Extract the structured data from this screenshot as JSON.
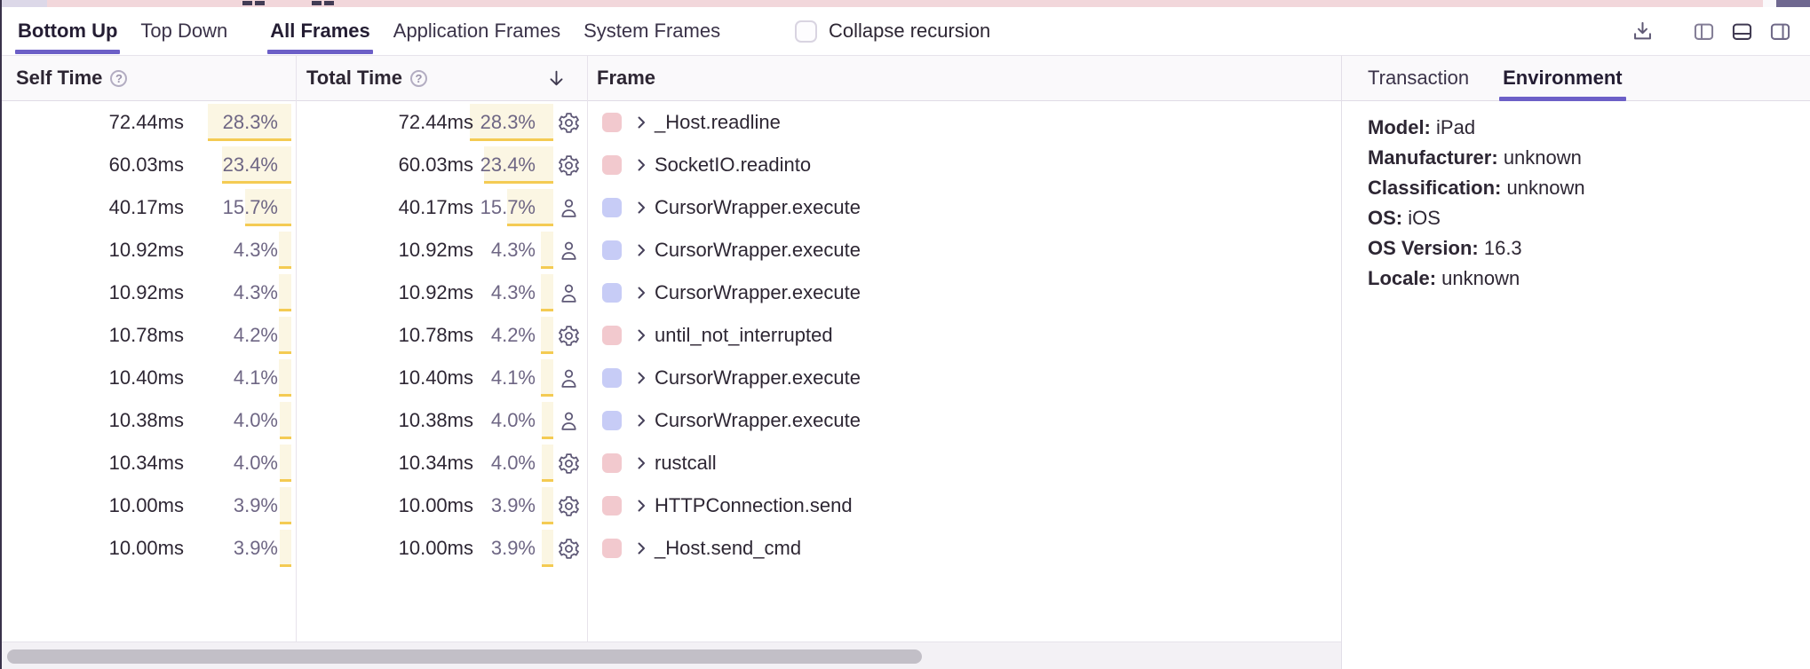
{
  "colors": {
    "accent": "#6c5fc7",
    "cream": "#fbf6e3",
    "yellow": "#f4cb53",
    "system-chip": "#f2c9ce",
    "application-chip": "#c7ccf6",
    "text": "#2d2633",
    "muted": "#6e6684"
  },
  "tabs": [
    {
      "label": "Bottom Up",
      "active": true
    },
    {
      "label": "Top Down",
      "active": false
    },
    {
      "label": "All Frames",
      "active": true
    },
    {
      "label": "Application Frames",
      "active": false
    },
    {
      "label": "System Frames",
      "active": false
    }
  ],
  "collapse_recursion": {
    "label": "Collapse recursion",
    "checked": false
  },
  "toolbar": {
    "icons": [
      "download-icon",
      "layout-left-panel-icon",
      "layout-bottom-panel-icon",
      "layout-right-panel-icon"
    ]
  },
  "table": {
    "self_time_header": "Self Time",
    "total_time_header": "Total Time",
    "frame_header": "Frame",
    "sort": {
      "column": "Total Time",
      "direction": "descending"
    },
    "rows": [
      {
        "self_time": "72.44ms",
        "self_pct": "28.3%",
        "total_time": "72.44ms",
        "total_pct": "28.3%",
        "pct": 28.3,
        "type": "system",
        "frame": "_Host.readline"
      },
      {
        "self_time": "60.03ms",
        "self_pct": "23.4%",
        "total_time": "60.03ms",
        "total_pct": "23.4%",
        "pct": 23.4,
        "type": "system",
        "frame": "SocketIO.readinto"
      },
      {
        "self_time": "40.17ms",
        "self_pct": "15.7%",
        "total_time": "40.17ms",
        "total_pct": "15.7%",
        "pct": 15.7,
        "type": "application",
        "frame": "CursorWrapper.execute"
      },
      {
        "self_time": "10.92ms",
        "self_pct": "4.3%",
        "total_time": "10.92ms",
        "total_pct": "4.3%",
        "pct": 4.3,
        "type": "application",
        "frame": "CursorWrapper.execute"
      },
      {
        "self_time": "10.92ms",
        "self_pct": "4.3%",
        "total_time": "10.92ms",
        "total_pct": "4.3%",
        "pct": 4.3,
        "type": "application",
        "frame": "CursorWrapper.execute"
      },
      {
        "self_time": "10.78ms",
        "self_pct": "4.2%",
        "total_time": "10.78ms",
        "total_pct": "4.2%",
        "pct": 4.2,
        "type": "system",
        "frame": "until_not_interrupted"
      },
      {
        "self_time": "10.40ms",
        "self_pct": "4.1%",
        "total_time": "10.40ms",
        "total_pct": "4.1%",
        "pct": 4.1,
        "type": "application",
        "frame": "CursorWrapper.execute"
      },
      {
        "self_time": "10.38ms",
        "self_pct": "4.0%",
        "total_time": "10.38ms",
        "total_pct": "4.0%",
        "pct": 4.0,
        "type": "application",
        "frame": "CursorWrapper.execute"
      },
      {
        "self_time": "10.34ms",
        "self_pct": "4.0%",
        "total_time": "10.34ms",
        "total_pct": "4.0%",
        "pct": 4.0,
        "type": "system",
        "frame": "rustcall"
      },
      {
        "self_time": "10.00ms",
        "self_pct": "3.9%",
        "total_time": "10.00ms",
        "total_pct": "3.9%",
        "pct": 3.9,
        "type": "system",
        "frame": "HTTPConnection.send"
      },
      {
        "self_time": "10.00ms",
        "self_pct": "3.9%",
        "total_time": "10.00ms",
        "total_pct": "3.9%",
        "pct": 3.9,
        "type": "system",
        "frame": "_Host.send_cmd"
      }
    ]
  },
  "panel": {
    "tabs": [
      {
        "label": "Transaction",
        "active": false
      },
      {
        "label": "Environment",
        "active": true
      }
    ],
    "details": [
      {
        "label": "Model:",
        "value": "iPad"
      },
      {
        "label": "Manufacturer:",
        "value": "unknown"
      },
      {
        "label": "Classification:",
        "value": "unknown"
      },
      {
        "label": "OS:",
        "value": "iOS"
      },
      {
        "label": "OS Version:",
        "value": "16.3"
      },
      {
        "label": "Locale:",
        "value": "unknown"
      }
    ]
  }
}
